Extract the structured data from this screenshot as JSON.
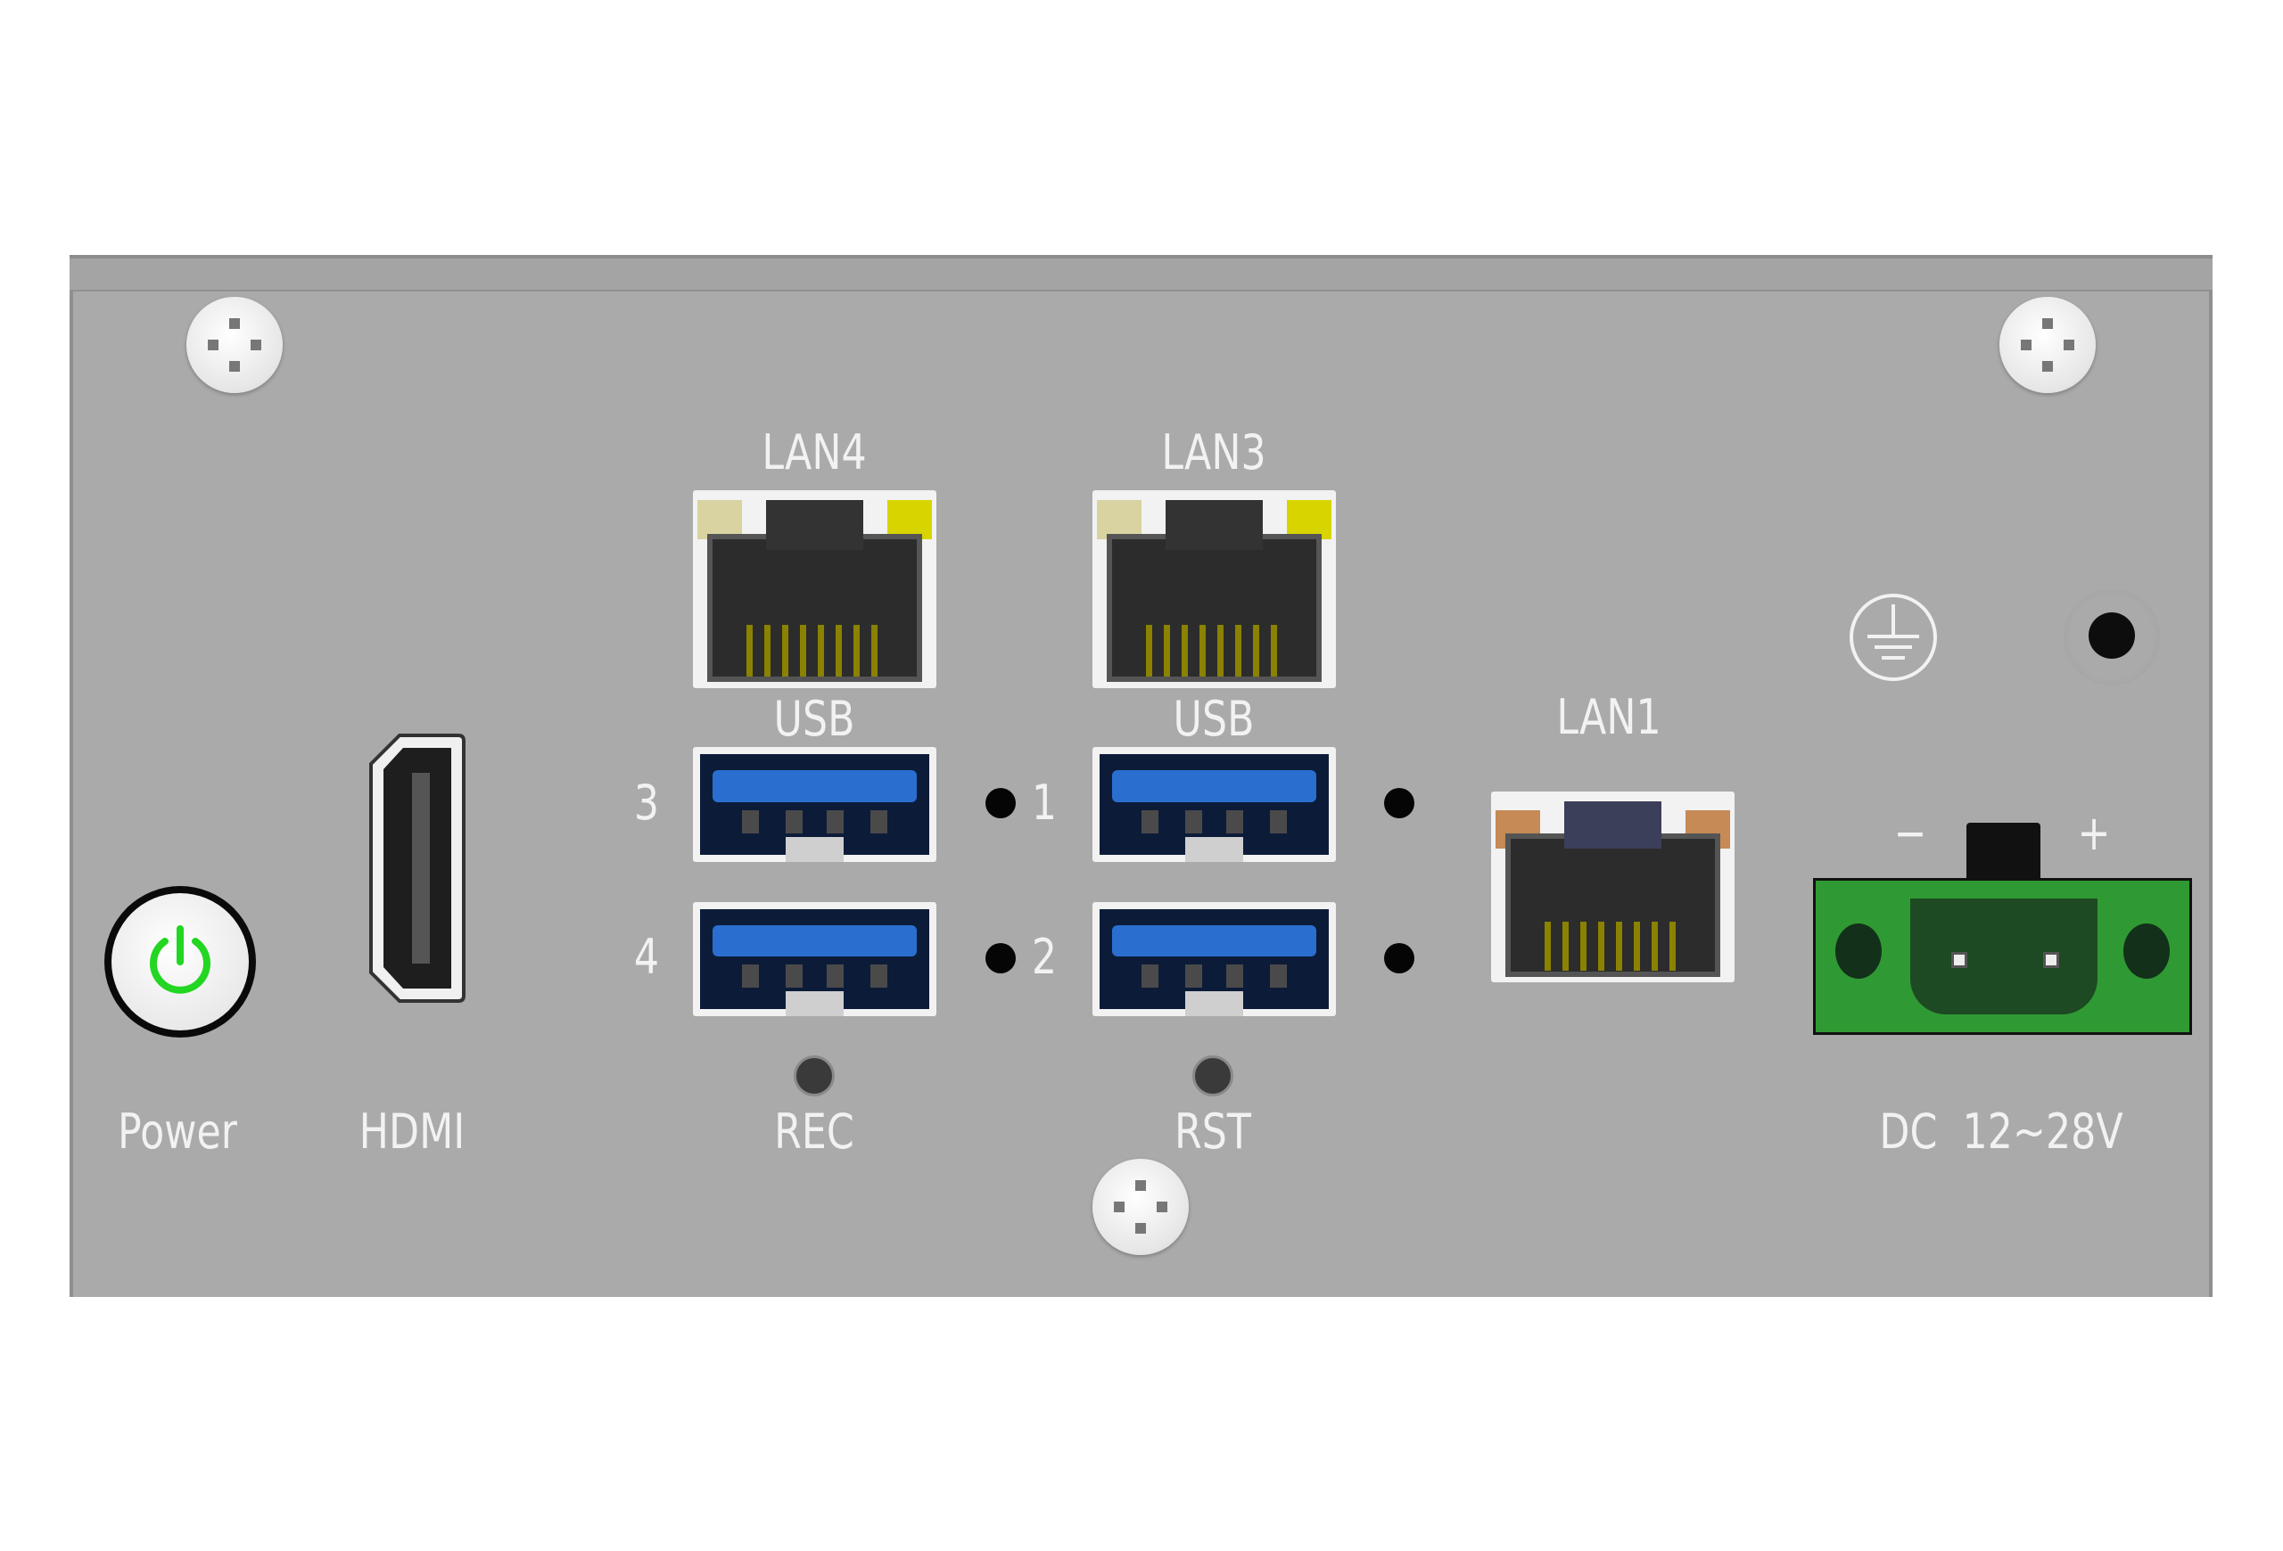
{
  "labels": {
    "lan4": "LAN4",
    "lan3": "LAN3",
    "lan1": "LAN1",
    "usb_left": "USB",
    "usb_right": "USB",
    "usb_num_3": "3",
    "usb_num_4": "4",
    "usb_num_1": "1",
    "usb_num_2": "2",
    "power": "Power",
    "hdmi": "HDMI",
    "rec": "REC",
    "rst": "RST",
    "dc": "DC  12~28V",
    "minus": "−",
    "plus": "+"
  },
  "colors": {
    "panel": "#a9aaa9",
    "usb_blue": "#2a6fd0",
    "terminal_green": "#2f9a34",
    "power_icon_green": "#22d622",
    "led_yellow": "#d8d400",
    "led_pale": "#d8d3a0",
    "led_orange": "#c58a55"
  }
}
